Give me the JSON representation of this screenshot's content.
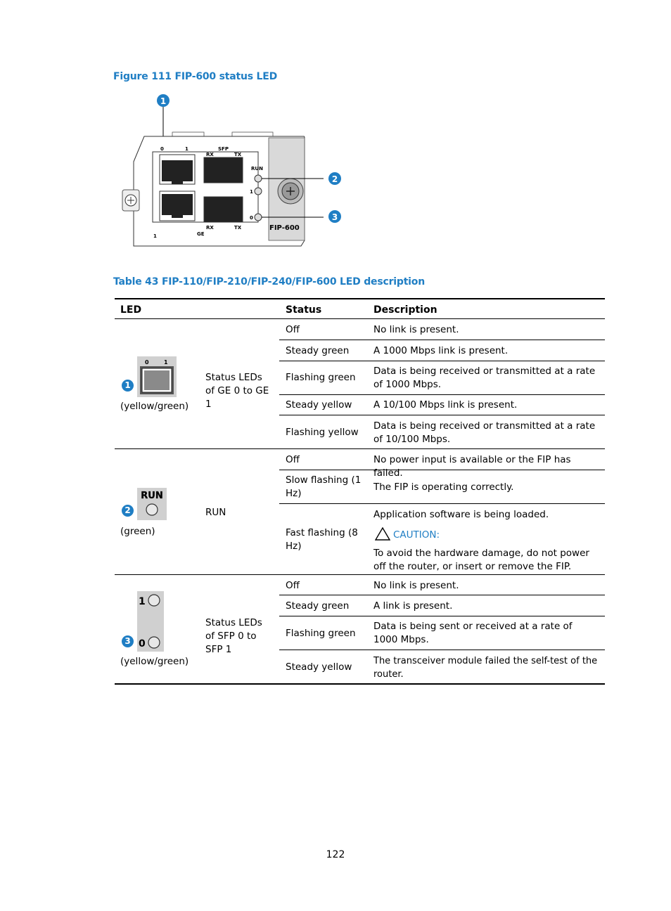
{
  "figure_caption": "Figure 111 FIP-600 status LED",
  "figure": {
    "callouts": [
      "1",
      "2",
      "3"
    ],
    "labels": {
      "ge_top_left": "0",
      "ge_top_right": "1",
      "sfp": "SFP",
      "rx1": "RX",
      "tx1": "TX",
      "run": "RUN",
      "led_1": "1",
      "led_0": "0",
      "bottom_1": "1",
      "rx2": "RX",
      "tx2": "TX",
      "ge": "GE",
      "model": "FIP-600"
    }
  },
  "table_caption": "Table 43 FIP-110/FIP-210/FIP-240/FIP-600 LED description",
  "table": {
    "headers": [
      "LED",
      "Status",
      "Description"
    ],
    "groups": [
      {
        "callout": "1",
        "color": "(yellow/green)",
        "name": "Status LEDs of GE 0 to GE 1",
        "icon_labels": [
          "0",
          "1"
        ],
        "rows": [
          {
            "status": "Off",
            "desc": "No link is present."
          },
          {
            "status": "Steady green",
            "desc": "A 1000 Mbps link is present."
          },
          {
            "status": "Flashing green",
            "desc": "Data is being received or transmitted at a rate of 1000 Mbps."
          },
          {
            "status": "Steady yellow",
            "desc": "A 10/100 Mbps link is present."
          },
          {
            "status": "Flashing yellow",
            "desc": "Data is being received or transmitted at a rate of 10/100 Mbps."
          }
        ]
      },
      {
        "callout": "2",
        "color": "(green)",
        "name": "RUN",
        "icon_labels": [
          "RUN"
        ],
        "rows": [
          {
            "status": "Off",
            "desc": "No power input is available or the FIP has failed."
          },
          {
            "status": "Slow flashing (1 Hz)",
            "desc": "The FIP is operating correctly."
          },
          {
            "status": "Fast flashing (8 Hz)",
            "desc": "Application software is being loaded.",
            "caution_label": "CAUTION:",
            "caution_text": "To avoid the hardware damage, do not power off the router, or insert or remove the FIP."
          }
        ]
      },
      {
        "callout": "3",
        "color": "(yellow/green)",
        "name": "Status LEDs of SFP 0 to SFP 1",
        "icon_labels": [
          "1",
          "0"
        ],
        "rows": [
          {
            "status": "Off",
            "desc": "No link is present."
          },
          {
            "status": "Steady green",
            "desc": "A link is present."
          },
          {
            "status": "Flashing green",
            "desc": "Data is being sent or received at a rate of 1000 Mbps."
          },
          {
            "status": "Steady yellow",
            "desc": "The transceiver module failed the self-test of the router."
          }
        ]
      }
    ]
  },
  "page_number": "122"
}
